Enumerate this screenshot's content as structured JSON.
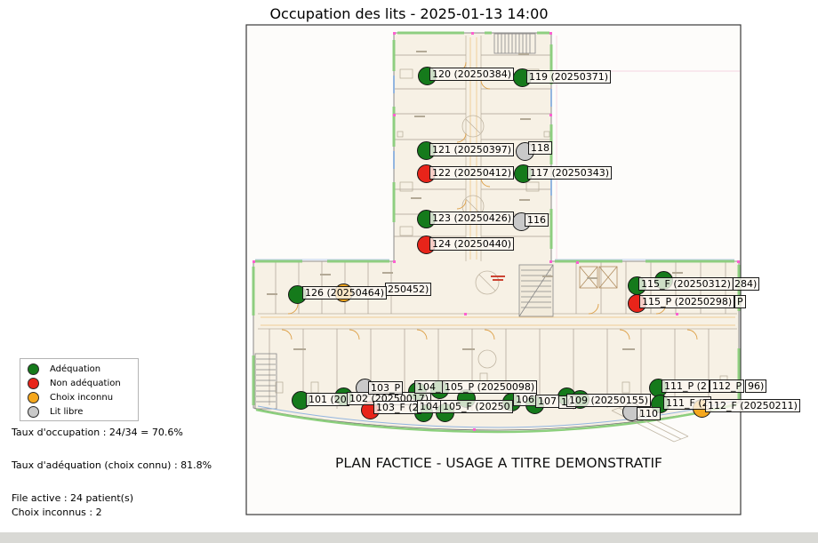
{
  "title": "Occupation des lits - 2025-01-13 14:00",
  "disclaimer": "PLAN FACTICE - USAGE A TITRE DEMONSTRATIF",
  "legend": {
    "items": [
      {
        "label": "Adéquation",
        "status": "adequation"
      },
      {
        "label": "Non adéquation",
        "status": "non_adequation"
      },
      {
        "label": "Choix inconnu",
        "status": "choix_inconnu"
      },
      {
        "label": "Lit libre",
        "status": "libre"
      }
    ]
  },
  "stats": {
    "occupancy": "Taux d'occupation : 24/34 = 70.6%",
    "adequacy": "Taux d'adéquation (choix connu) : 81.8%",
    "file_active": "File active : 24 patient(s)",
    "unknown_choices": "Choix inconnus : 2"
  },
  "colors": {
    "adequation": "#157a1b",
    "non_adequation": "#e8241a",
    "choix_inconnu": "#f5a71d",
    "libre": "#c9c9c9"
  },
  "chart_data": {
    "type": "scatter",
    "title": "Occupation des lits - 2025-01-13 14:00",
    "legend_entries": [
      "Adéquation",
      "Non adéquation",
      "Choix inconnu",
      "Lit libre"
    ],
    "occupancy_rate": "24/34 = 70.6%",
    "adequacy_rate_known_choices": "81.8%",
    "active_patients": 24,
    "unknown_choices": 2,
    "beds": [
      {
        "text": "120 (20250384)",
        "status": "adequation",
        "dot": [
          480,
          85
        ],
        "box": [
          483,
          76
        ]
      },
      {
        "text": "119 (20250371)",
        "status": "adequation",
        "dot": [
          587,
          87
        ],
        "box": [
          592,
          79
        ]
      },
      {
        "text": "121 (20250397)",
        "status": "adequation",
        "dot": [
          479,
          169
        ],
        "box": [
          483,
          161
        ]
      },
      {
        "text": "118",
        "status": "libre",
        "dot": [
          590,
          170
        ],
        "box": [
          594,
          159
        ]
      },
      {
        "text": "122 (20250412)",
        "status": "non_adequation",
        "dot": [
          479,
          195
        ],
        "box": [
          483,
          187
        ]
      },
      {
        "text": "117 (20250343)",
        "status": "adequation",
        "dot": [
          588,
          195
        ],
        "box": [
          593,
          187
        ]
      },
      {
        "text": "123 (20250426)",
        "status": "adequation",
        "dot": [
          479,
          246
        ],
        "box": [
          483,
          238
        ]
      },
      {
        "text": "116",
        "status": "libre",
        "dot": [
          586,
          249
        ],
        "box": [
          590,
          240
        ]
      },
      {
        "text": "124 (20250440)",
        "status": "non_adequation",
        "dot": [
          479,
          275
        ],
        "box": [
          483,
          267
        ]
      },
      {
        "text": "250452)",
        "status": "choix_inconnu",
        "dot": [
          386,
          329
        ],
        "box": [
          433,
          318
        ]
      },
      {
        "text": "126 (20250464)",
        "status": "adequation",
        "dot": [
          334,
          331
        ],
        "box": [
          340,
          322
        ]
      },
      {
        "text": "284)",
        "status": "adequation",
        "dot": [
          746,
          315
        ],
        "box": [
          823,
          312
        ]
      },
      {
        "text": "115_F (20250312)",
        "status": "adequation",
        "dot": [
          716,
          321
        ],
        "box": [
          718,
          312
        ]
      },
      {
        "text": "P",
        "status": null,
        "dot": null,
        "box": [
          826,
          332
        ]
      },
      {
        "text": "115_P (20250298)",
        "status": "non_adequation",
        "dot": [
          716,
          341
        ],
        "box": [
          719,
          332
        ]
      },
      {
        "text": "101 (20",
        "status": "adequation",
        "dot": [
          338,
          450
        ],
        "box": [
          344,
          442
        ]
      },
      {
        "text": "102 (20250017)",
        "status": "adequation",
        "dot": [
          386,
          446
        ],
        "box": [
          390,
          441
        ]
      },
      {
        "text": "103_P",
        "status": "libre",
        "dot": [
          410,
          436
        ],
        "box": [
          414,
          429
        ]
      },
      {
        "text": "103_F (2",
        "status": "non_adequation",
        "dot": [
          416,
          461
        ],
        "box": [
          420,
          451
        ]
      },
      {
        "text": "104_",
        "status": "adequation",
        "dot": [
          469,
          440
        ],
        "box": [
          466,
          428
        ]
      },
      {
        "text": "105_P (20250098)",
        "status": "adequation",
        "dot": [
          494,
          438
        ],
        "box": [
          497,
          428
        ]
      },
      {
        "text": "104",
        "status": "adequation",
        "dot": [
          476,
          464
        ],
        "box": [
          469,
          450
        ]
      },
      {
        "text": "105_F (20250",
        "status": "adequation",
        "dot": [
          500,
          464
        ],
        "box": [
          495,
          450
        ]
      },
      {
        "text": "",
        "status": "adequation",
        "dot": [
          524,
          448
        ],
        "box": null
      },
      {
        "text": "106",
        "status": "adequation",
        "dot": [
          575,
          452
        ],
        "box": [
          577,
          442
        ]
      },
      {
        "text": "107",
        "status": "adequation",
        "dot": [
          601,
          455
        ],
        "box": [
          602,
          444
        ]
      },
      {
        "text": "10",
        "status": "adequation",
        "dot": [
          637,
          446
        ],
        "box": [
          628,
          445
        ]
      },
      {
        "text": "109 (20250155)",
        "status": "adequation",
        "dot": [
          652,
          449
        ],
        "box": [
          637,
          443
        ]
      },
      {
        "text": "110",
        "status": "libre",
        "dot": [
          710,
          463
        ],
        "box": [
          716,
          458
        ]
      },
      {
        "text": "111_P (2",
        "status": "adequation",
        "dot": [
          740,
          436
        ],
        "box": [
          744,
          427
        ]
      },
      {
        "text": "112_P",
        "status": null,
        "dot": null,
        "box": [
          798,
          427
        ]
      },
      {
        "text": "96)",
        "status": null,
        "dot": null,
        "box": [
          838,
          427
        ]
      },
      {
        "text": "111_F (2",
        "status": "adequation",
        "dot": [
          742,
          454
        ],
        "box": [
          746,
          446
        ]
      },
      {
        "text": "112_F (20250211)",
        "status": "choix_inconnu",
        "dot": [
          789,
          459
        ],
        "box": [
          793,
          449
        ]
      }
    ]
  }
}
